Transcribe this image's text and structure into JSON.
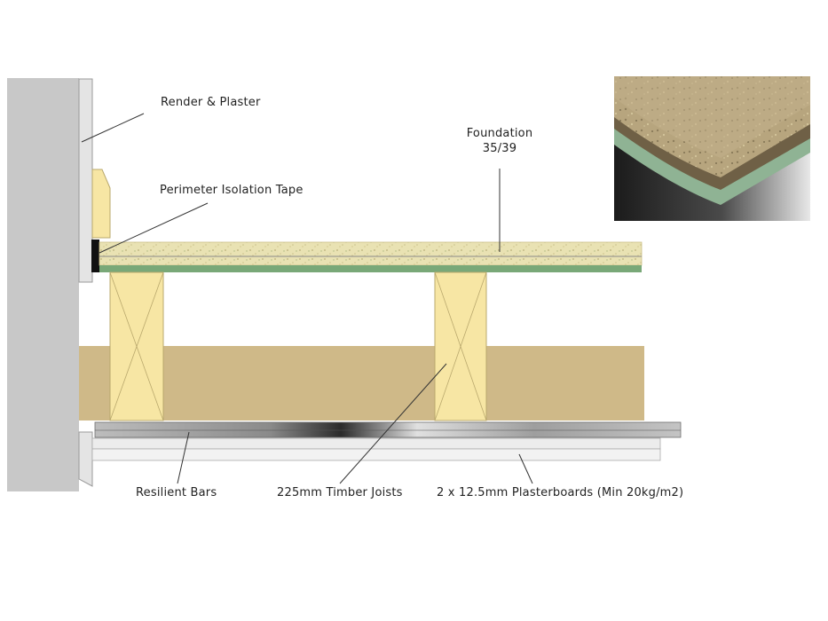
{
  "labels": {
    "render_plaster": "Render & Plaster",
    "perimeter_tape": "Perimeter Isolation Tape",
    "foundation_name": "Foundation",
    "foundation_code": "35/39",
    "resilient_bars": "Resilient Bars",
    "timber_joists": "225mm Timber Joists",
    "plasterboards": "2 x 12.5mm Plasterboards (Min 20kg/m2)"
  },
  "colors": {
    "wall": "#c8c8c8",
    "render": "#e4e4e4",
    "timber": "#f7e6a4",
    "insulation": "#cfb988",
    "chipboard": "#e6dfae",
    "green_layer": "#79a878",
    "metal_bar": "#9a9a9a",
    "plasterboard": "#ececec"
  }
}
